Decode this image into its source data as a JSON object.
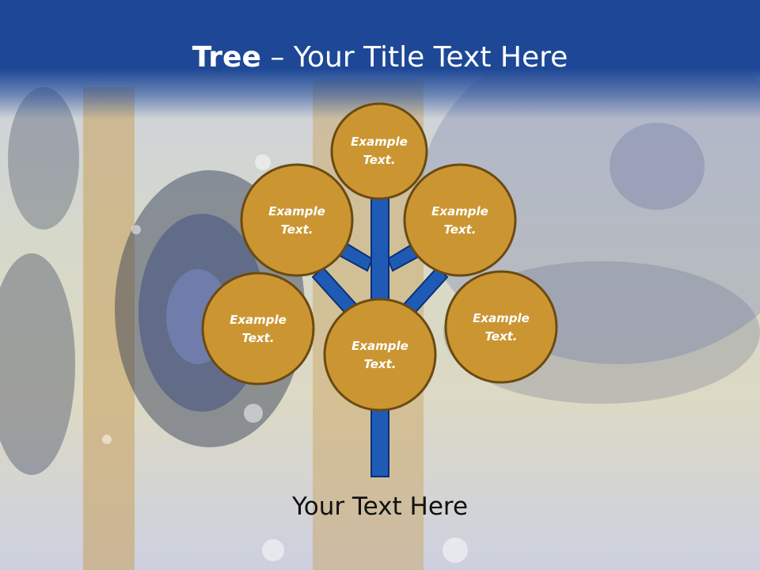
{
  "slide": {
    "title_bold": "Tree",
    "title_rest": " – Your Title Text Here",
    "caption": "Your Text Here"
  },
  "nodes": [
    {
      "id": "top",
      "line1": "Example",
      "line2": "Text."
    },
    {
      "id": "upper-left",
      "line1": "Example",
      "line2": "Text."
    },
    {
      "id": "upper-right",
      "line1": "Example",
      "line2": "Text."
    },
    {
      "id": "lower-left",
      "line1": "Example",
      "line2": "Text."
    },
    {
      "id": "center",
      "line1": "Example",
      "line2": "Text."
    },
    {
      "id": "lower-right",
      "line1": "Example",
      "line2": "Text."
    }
  ],
  "colors": {
    "title_bar": "#1e4896",
    "node_fill": "#cb9632",
    "node_stroke": "#6b4a12",
    "branch_fill": "#1f5bb5",
    "branch_stroke": "#0c2f75"
  }
}
